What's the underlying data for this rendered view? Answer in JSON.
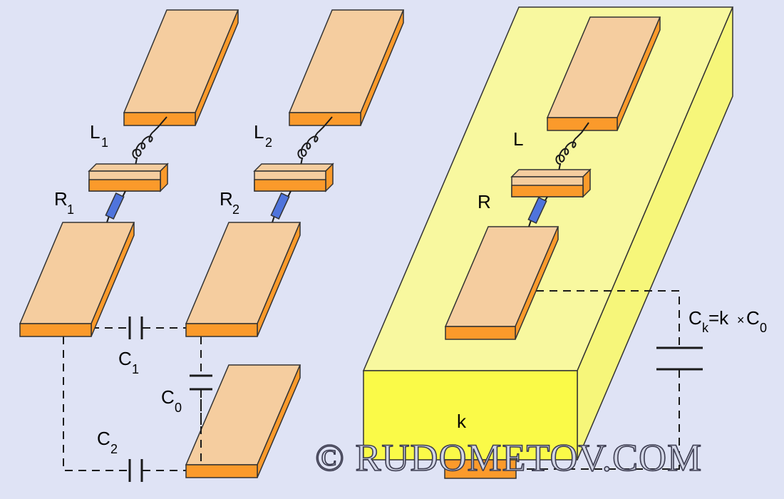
{
  "labels": {
    "L1": {
      "main": "L",
      "sub": "1"
    },
    "L2": {
      "main": "L",
      "sub": "2"
    },
    "R1": {
      "main": "R",
      "sub": "1"
    },
    "R2": {
      "main": "R",
      "sub": "2"
    },
    "C1": {
      "main": "C",
      "sub": "1"
    },
    "C0": {
      "main": "C",
      "sub": "0"
    },
    "C2": {
      "main": "C",
      "sub": "2"
    },
    "L": "L",
    "R": "R",
    "k": "k",
    "Ck": {
      "c": "C",
      "k_sub": "k",
      "eq": "=k",
      "times": "×",
      "c0": "C",
      "zero_sub": "0"
    }
  },
  "watermark": "© RUDOMETOV.COM",
  "colors": {
    "background": "#dfe3f5",
    "plate_top": "#f5cd9f",
    "plate_front": "#fb9a2b",
    "substrate_top": "#f8f89f",
    "substrate_front": "#fafa48",
    "substrate_side": "#f6f67a",
    "resistor": "#4f74dc",
    "wire": "#1a1a1a"
  }
}
